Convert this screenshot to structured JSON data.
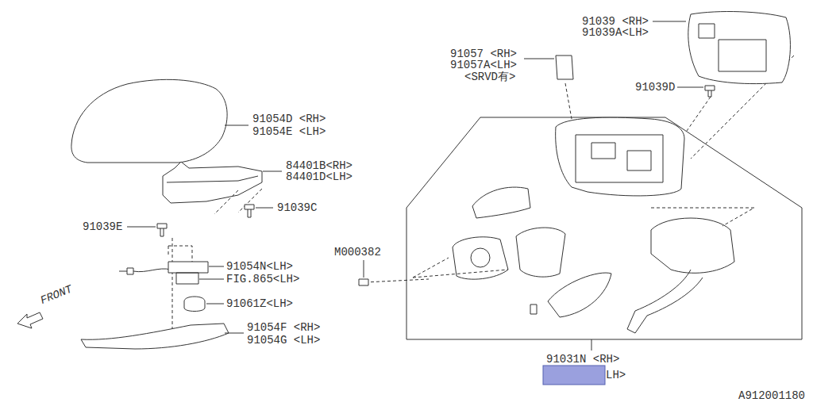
{
  "diagram": {
    "labels": [
      "91039 <RH>",
      "91039A<LH>",
      "91057 <RH>",
      "91057A<LH>",
      "<SRVD有>",
      "91039D",
      "91054D <RH>",
      "91054E <LH>",
      "84401B<RH>",
      "84401D<LH>",
      "91039C",
      "91039E",
      "M000382",
      "91054N<LH>",
      "FIG.865<LH>",
      "91061Z<LH>",
      "91054F <RH>",
      "91054G <LH>",
      "91031N <RH>",
      "LH>",
      "FRONT",
      "A912001180"
    ]
  }
}
